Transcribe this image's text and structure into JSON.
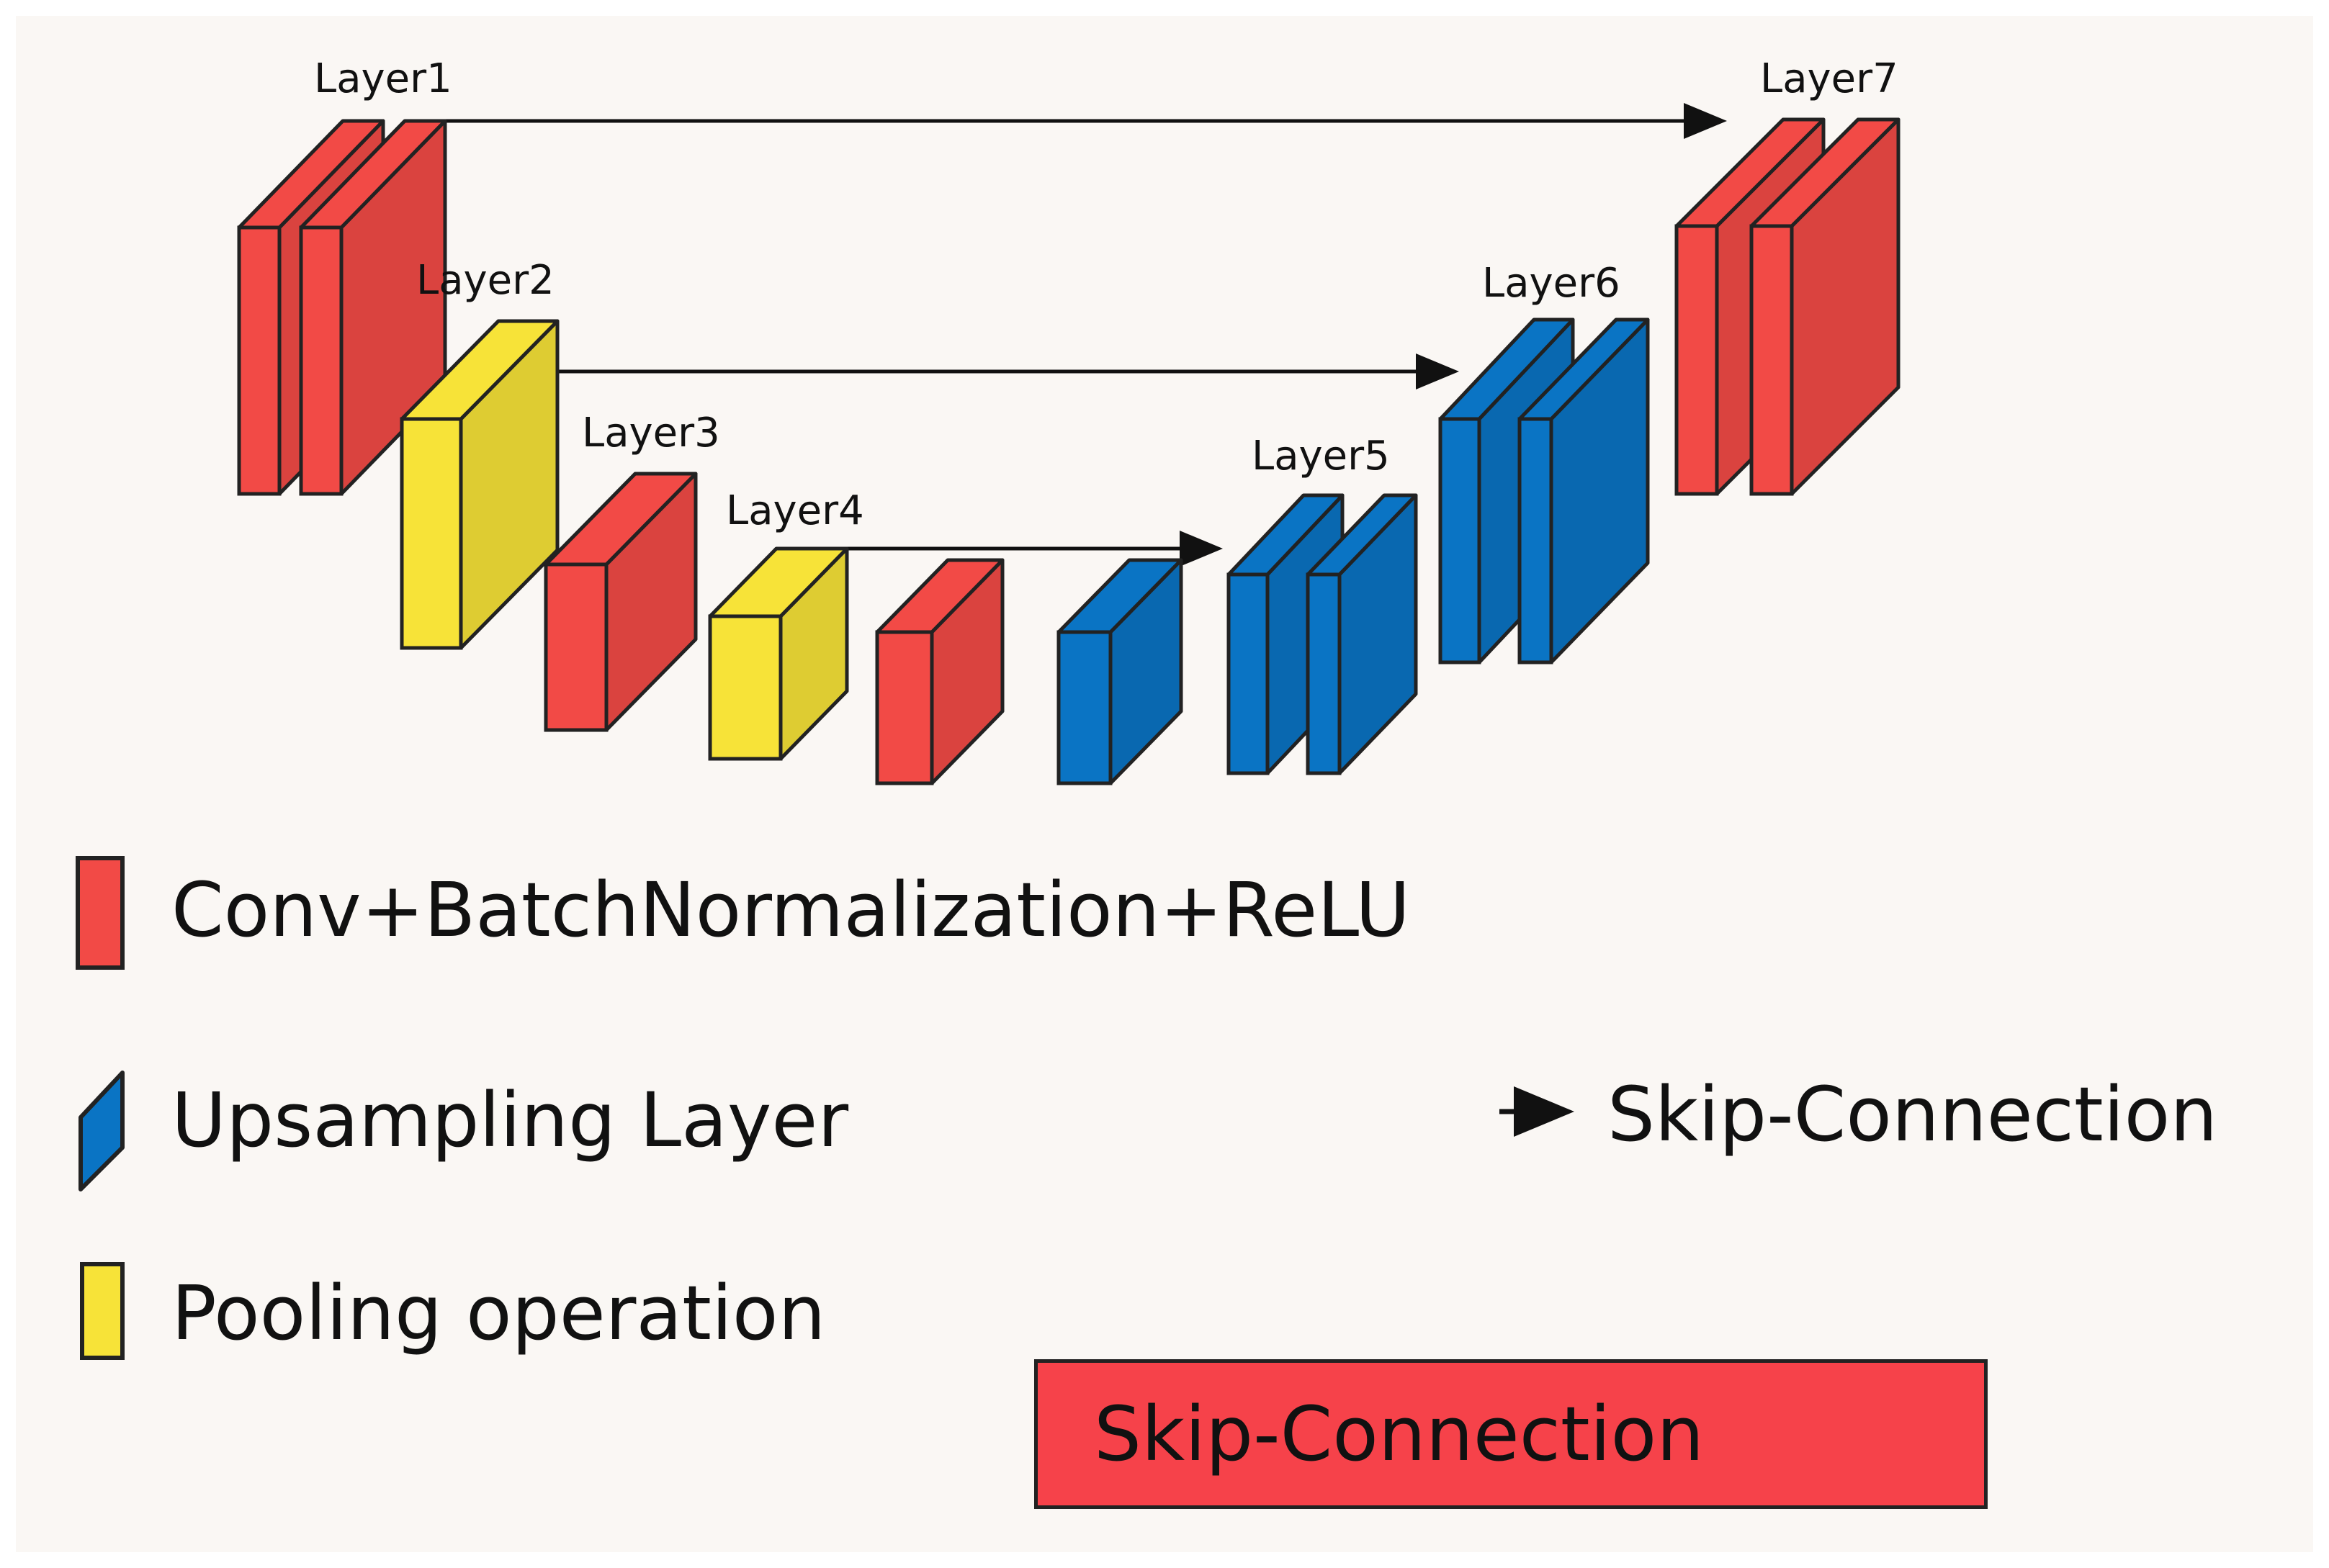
{
  "colors": {
    "conv": "#f24a46",
    "upsample": "#0a74c4",
    "pool": "#f7e338",
    "outline": "#222222",
    "background": "#faf7f4",
    "text": "#111111"
  },
  "layer_labels": [
    "Layer1",
    "Layer2",
    "Layer3",
    "Layer4",
    "Layer5",
    "Layer6",
    "Layer7"
  ],
  "legend": {
    "conv": "Conv+BatchNormalization+ReLU",
    "upsample": "Upsampling Layer",
    "pool": "Pooling operation",
    "skip": "Skip-Connection"
  },
  "skip_box_label": "Skip-Connection"
}
